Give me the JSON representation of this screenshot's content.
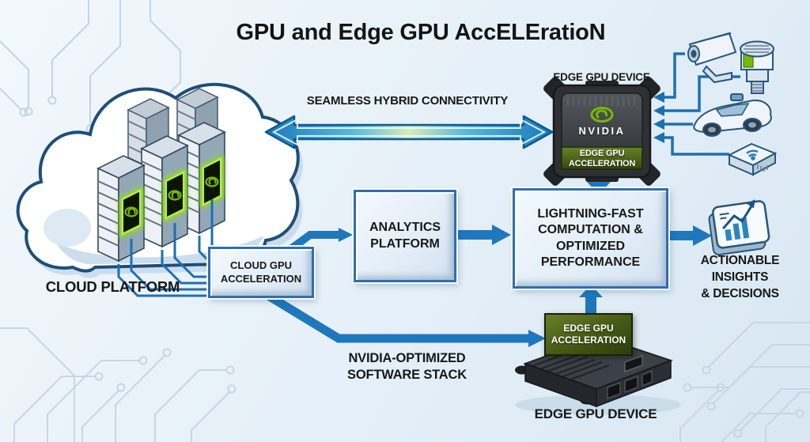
{
  "title": "GPU and Edge GPU AccELEratioN",
  "labels": {
    "cloud_platform": "CLOUD PLATFORM",
    "hybrid_connectivity": "SEAMLESS HYBRID CONNECTIVITY",
    "edge_device_top": "EDGE GPU DEVICE",
    "edge_device_bottom": "EDGE GPU DEVICE",
    "nvidia_brand": "NVIDIA"
  },
  "nodes": {
    "analytics": {
      "lines": [
        "ANALYTICS",
        "PLATFORM"
      ]
    },
    "lightning": {
      "lines": [
        "LIGHTNING-FAST",
        "COMPUTATION &",
        "OPTIMIZED",
        "PERFORMANCE"
      ]
    },
    "cloud_gpu_accel": {
      "lines": [
        "CLOUD GPU",
        "ACCELERATION"
      ]
    },
    "edge_accel_top": {
      "lines": [
        "EDGE GPU",
        "ACCELERATION"
      ]
    },
    "edge_accel_bottom": {
      "lines": [
        "EDGE GPU",
        "ACCELERATION"
      ]
    },
    "software_stack": {
      "lines": [
        "NVIDIA-OPTIMIZED",
        "SOFTWARE STACK"
      ]
    },
    "insights": {
      "lines": [
        "ACTIONABLE",
        "INSIGHTS",
        "& DECISIONS"
      ]
    }
  },
  "icons": {
    "edge_inputs": [
      "security-camera",
      "smart-sensor",
      "autonomous-vehicle",
      "iot-gateway"
    ],
    "output": "analytics-dashboard",
    "cloud": "cloud-with-gpu-servers"
  },
  "colors": {
    "nvidia_green": "#76b900",
    "arrow_blue": "#1e78bb",
    "box_border": "#2f6fad",
    "background_light": "#e8f1f9",
    "device_dark": "#2e3134"
  }
}
